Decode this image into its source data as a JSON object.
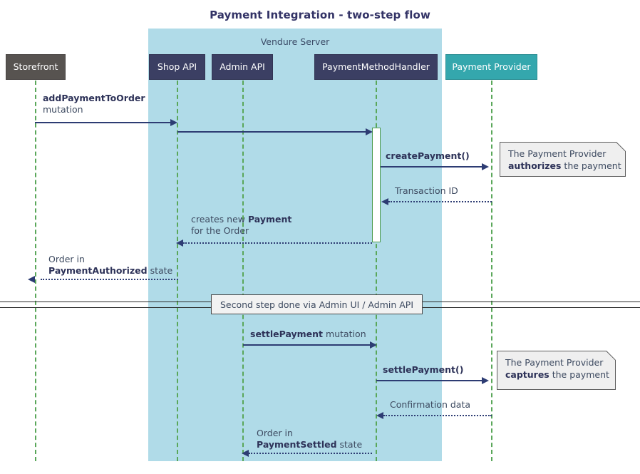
{
  "diagram": {
    "type": "sequence-diagram",
    "title": "Payment Integration - two-step flow",
    "colors": {
      "group_background": "#b0dbe8",
      "participant_dark": "#3b3f63",
      "participant_grey": "#575350",
      "participant_teal": "#34a7ad",
      "lifeline": "#5aa75a",
      "message": "#2d3c73",
      "note_background": "#efefef",
      "title_text": "#333366"
    }
  },
  "group": {
    "label": "Vendure Server"
  },
  "participants": [
    {
      "id": "storefront",
      "label": "Storefront",
      "color": "grey"
    },
    {
      "id": "shop-api",
      "label": "Shop API",
      "color": "dark"
    },
    {
      "id": "admin-api",
      "label": "Admin API",
      "color": "dark"
    },
    {
      "id": "payment-method-handler",
      "label": "PaymentMethodHandler",
      "color": "dark"
    },
    {
      "id": "payment-provider",
      "label": "Payment Provider",
      "color": "teal"
    }
  ],
  "messages": [
    {
      "id": "add-payment-to-order",
      "from": "storefront",
      "to": "shop-api",
      "style": "solid",
      "direction": "right",
      "label_lines": [
        {
          "text": "addPaymentToOrder",
          "bold": true
        },
        {
          "text": "mutation",
          "bold": false
        }
      ]
    },
    {
      "id": "shop-api-to-handler",
      "from": "shop-api",
      "to": "payment-method-handler",
      "style": "solid",
      "direction": "right",
      "label_lines": []
    },
    {
      "id": "create-payment",
      "from": "payment-method-handler",
      "to": "payment-provider",
      "style": "solid",
      "direction": "right",
      "label_lines": [
        {
          "text": "createPayment()",
          "bold": true
        }
      ]
    },
    {
      "id": "transaction-id",
      "from": "payment-provider",
      "to": "payment-method-handler",
      "style": "dotted",
      "direction": "left",
      "label_lines": [
        {
          "text": "Transaction ID",
          "bold": false
        }
      ]
    },
    {
      "id": "creates-new-payment",
      "from": "payment-method-handler",
      "to": "shop-api",
      "style": "dotted",
      "direction": "left",
      "label_lines": [
        {
          "text": "creates new <b>Payment</b>",
          "bold": false
        },
        {
          "text": "for the Order",
          "bold": false
        }
      ]
    },
    {
      "id": "order-payment-authorized",
      "from": "shop-api",
      "to": "storefront",
      "style": "dotted",
      "direction": "left",
      "label_lines": [
        {
          "text": "Order in",
          "bold": false
        },
        {
          "text": "<b>PaymentAuthorized</b> state",
          "bold": false
        }
      ]
    },
    {
      "id": "settle-payment-mutation",
      "from": "admin-api",
      "to": "payment-method-handler",
      "style": "solid",
      "direction": "right",
      "label_lines": [
        {
          "text": "<b>settlePayment</b> mutation",
          "bold": false
        }
      ]
    },
    {
      "id": "settle-payment-call",
      "from": "payment-method-handler",
      "to": "payment-provider",
      "style": "solid",
      "direction": "right",
      "label_lines": [
        {
          "text": "settlePayment()",
          "bold": true
        }
      ]
    },
    {
      "id": "confirmation-data",
      "from": "payment-provider",
      "to": "payment-method-handler",
      "style": "dotted",
      "direction": "left",
      "label_lines": [
        {
          "text": "Confirmation data",
          "bold": false
        }
      ]
    },
    {
      "id": "order-payment-settled",
      "from": "payment-method-handler",
      "to": "admin-api",
      "style": "dotted",
      "direction": "left",
      "label_lines": [
        {
          "text": "Order in",
          "bold": false
        },
        {
          "text": "<b>PaymentSettled</b> state",
          "bold": false
        }
      ]
    }
  ],
  "notes": [
    {
      "id": "note-authorizes",
      "line1": "The Payment Provider",
      "line2_html": "<b>authorizes</b> the payment"
    },
    {
      "id": "note-captures",
      "line1": "The Payment Provider",
      "line2_html": "<b>captures</b> the payment"
    }
  ],
  "divider": {
    "label": "Second step done via Admin UI / Admin API"
  }
}
